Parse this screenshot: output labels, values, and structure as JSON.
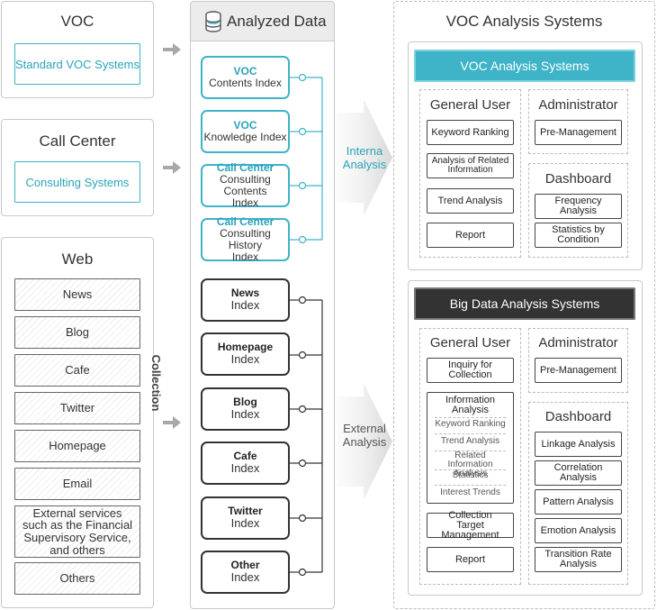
{
  "voc": {
    "title": "VOC",
    "box": "Standard VOC Systems"
  },
  "call_center": {
    "title": "Call Center",
    "box": "Consulting Systems"
  },
  "web": {
    "title": "Web",
    "items": [
      "News",
      "Blog",
      "Cafe",
      "Twitter",
      "Homepage",
      "Email",
      "External services such as the Financial Supervisory Service, and others",
      "Others"
    ]
  },
  "collection_label": "Collection",
  "analyzed": {
    "title": "Analyzed Data",
    "internal_indexes": [
      {
        "line1": "VOC",
        "line2": "Contents Index"
      },
      {
        "line1": "VOC",
        "line2": "Knowledge Index"
      },
      {
        "line1": "Call Center",
        "line2": "Consulting Contents Index"
      },
      {
        "line1": "Call Center",
        "line2": "Consulting History Index"
      }
    ],
    "external_indexes": [
      {
        "line1": "News",
        "line2": "Index"
      },
      {
        "line1": "Homepage",
        "line2": "Index"
      },
      {
        "line1": "Blog",
        "line2": "Index"
      },
      {
        "line1": "Cafe",
        "line2": "Index"
      },
      {
        "line1": "Twitter",
        "line2": "Index"
      },
      {
        "line1": "Other",
        "line2": "Index"
      }
    ]
  },
  "internal_analysis_label": "Interna Analysis",
  "external_analysis_label": "External Analysis",
  "systems": {
    "title": "VOC Analysis Systems",
    "voc": {
      "header": "VOC Analysis Systems",
      "general_user": {
        "title": "General User",
        "items": [
          "Keyword Ranking",
          "Analysis of Related Information",
          "Trend Analysis",
          "Report"
        ]
      },
      "administrator": {
        "title": "Administrator",
        "items": [
          "Pre-Management"
        ]
      },
      "dashboard": {
        "title": "Dashboard",
        "items": [
          "Frequency Analysis",
          "Statistics by Condition"
        ]
      }
    },
    "bigdata": {
      "header": "Big Data Analysis Systems",
      "general_user": {
        "title": "General User",
        "inquiry": "Inquiry for Collection",
        "info_title": "Information Analysis",
        "info_items": [
          "Keyword Ranking",
          "Trend Analysis",
          "Related Information Analysis",
          "Statistics",
          "Interest Trends"
        ],
        "target": "Collection Target Management",
        "report": "Report"
      },
      "administrator": {
        "title": "Administrator",
        "items": [
          "Pre-Management"
        ]
      },
      "dashboard": {
        "title": "Dashboard",
        "items": [
          "Linkage Analysis",
          "Correlation Analysis",
          "Pattern Analysis",
          "Emotion Analysis",
          "Transition Rate Analysis"
        ]
      }
    }
  },
  "colors": {
    "cyan": "#3fb3c8",
    "dark": "#333333",
    "gray_arrow": "#a8a8a8"
  }
}
